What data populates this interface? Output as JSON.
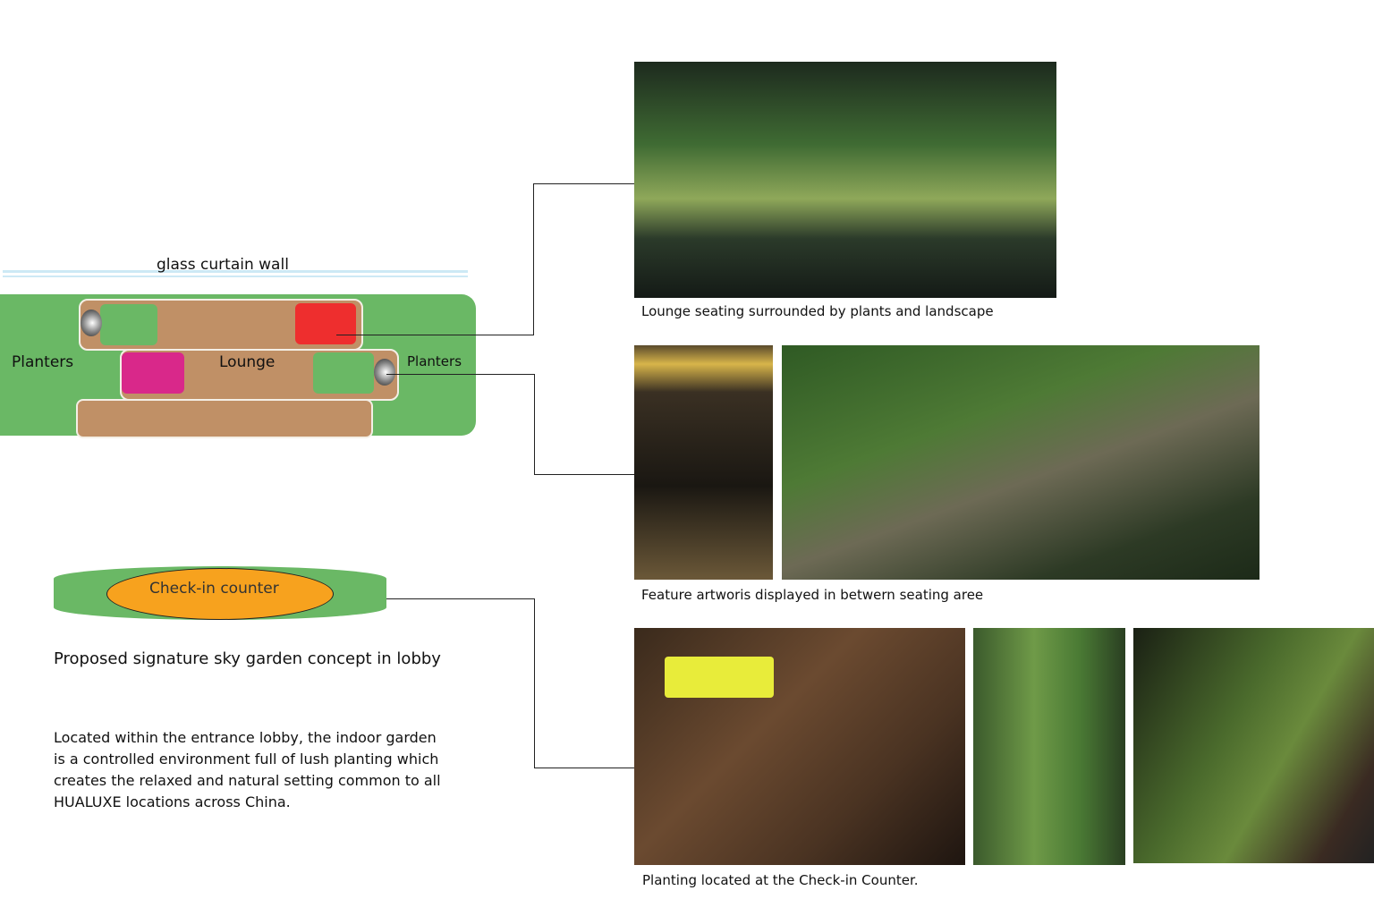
{
  "plan": {
    "wall_label": "glass curtain wall",
    "planters_left": "Planters",
    "planters_right": "Planters",
    "lounge": "Lounge",
    "checkin": "Check-in counter"
  },
  "title": "Proposed signature sky garden concept in lobby",
  "description": [
    "Located within the entrance lobby, the indoor garden",
    "is a controlled environment full of lush planting which",
    "creates the relaxed and natural setting common to all",
    "HUALUXE locations across China."
  ],
  "captions": {
    "lounge": "Lounge seating surrounded by plants and landscape",
    "artwork": "Feature artworis displayed in betwern seating aree",
    "checkin": "Planting located at the Check-in Counter."
  },
  "colors": {
    "green": "#6ab865",
    "tan": "#c09066",
    "red": "#ee2e2e",
    "magenta": "#d9288a",
    "orange": "#f7a21e",
    "glass": "#cde9f5"
  }
}
